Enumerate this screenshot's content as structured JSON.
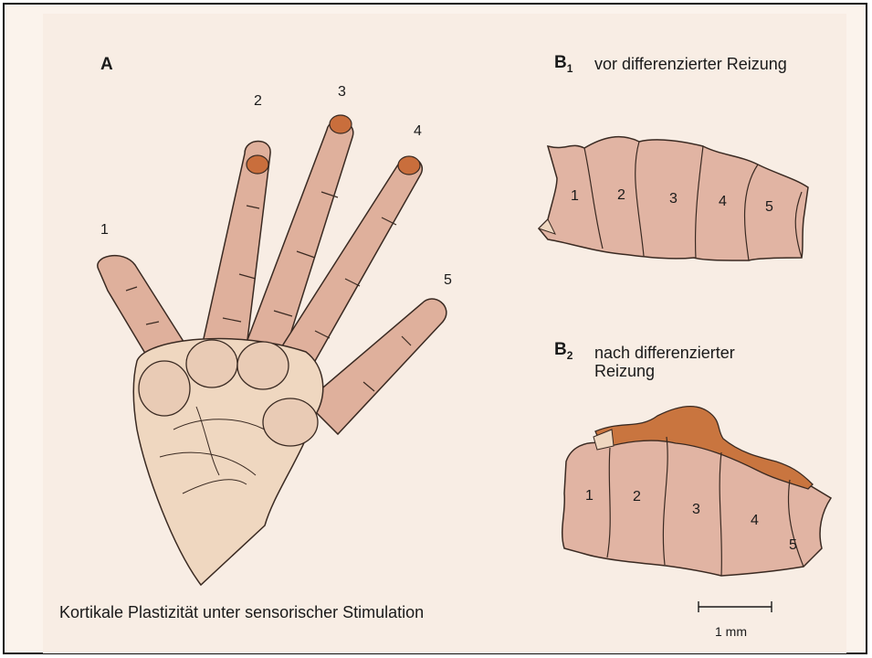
{
  "panel_a": {
    "letter": "A",
    "finger_labels": [
      "1",
      "2",
      "3",
      "4",
      "5"
    ]
  },
  "panel_b1": {
    "letter": "B",
    "subscript": "1",
    "text": "vor differenzierter Reizung",
    "areas": [
      "1",
      "2",
      "3",
      "4",
      "5"
    ]
  },
  "panel_b2": {
    "letter": "B",
    "subscript": "2",
    "text": "nach differenzierter Reizung",
    "areas": [
      "1",
      "2",
      "3",
      "4",
      "5"
    ]
  },
  "caption": "Kortikale Plastizität unter sensorischer Stimulation",
  "scale_bar": {
    "label": "1 mm"
  },
  "colors": {
    "skin": "#dfb09c",
    "palm": "#efd7c0",
    "fingertip": "#c96e3c",
    "cortex": "#e1b4a3",
    "expanded_area": "#c9753f",
    "outline": "#3a2a22"
  }
}
